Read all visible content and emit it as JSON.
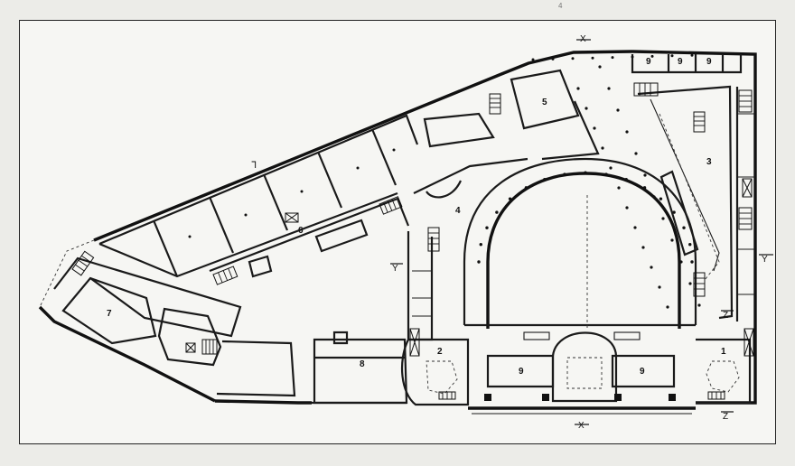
{
  "plan": {
    "room_labels": [
      "1",
      "2",
      "3",
      "4",
      "5",
      "6",
      "7",
      "8",
      "9",
      "9",
      "9",
      "9",
      "9"
    ],
    "section_markers": {
      "top_x": "X",
      "bottom_x": "X",
      "left_y": "Y",
      "right_y": "Y",
      "right_z": "Z",
      "bottom_z": "Z"
    },
    "corner_mark": "4",
    "north_mark": "ᒣ"
  }
}
